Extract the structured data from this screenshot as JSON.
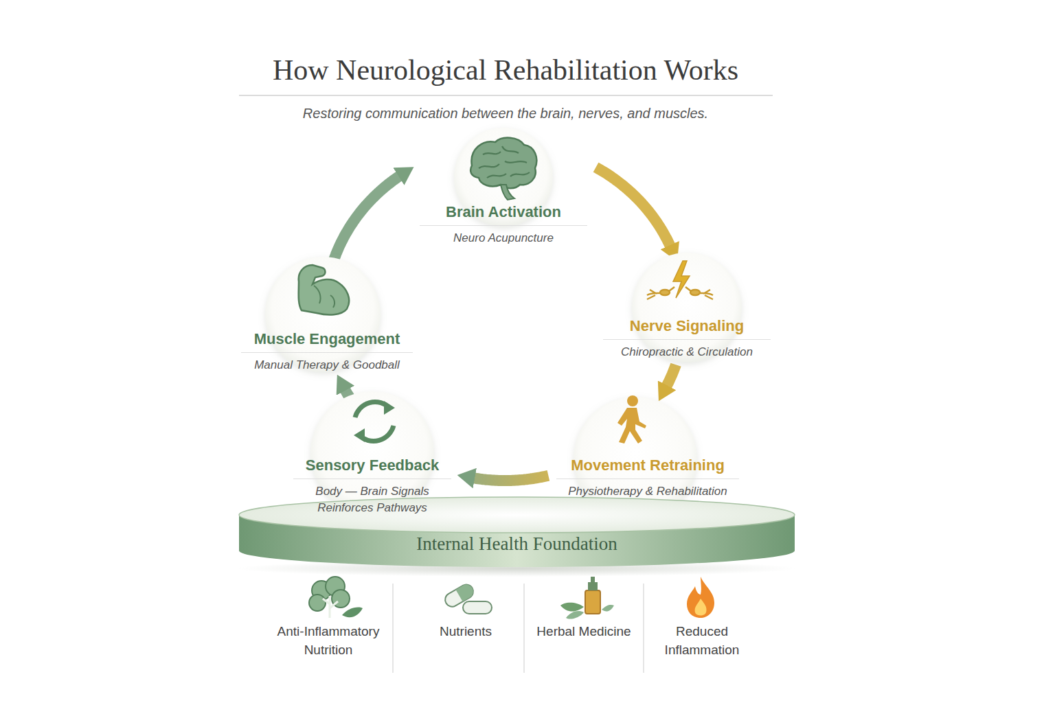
{
  "diagram": {
    "title": "How Neurological Rehabilitation Works",
    "caption": "Restoring communication between the brain, nerves, and muscles.",
    "nodes": [
      {
        "text": [
          "Brain Activation",
          "Neuro Acupuncture"
        ]
      },
      {
        "text": [
          "Nerve Signaling",
          "Chiropractic & Circulation"
        ]
      },
      {
        "text": [
          "Movement Retraining",
          "Physiotherapy & Rehabilitation"
        ]
      },
      {
        "text": [
          "Sensory Feedback",
          "Body — Brain Signals Reinforces Pathways"
        ]
      },
      {
        "text": [
          "Muscle Engagement",
          "Manual Therapy & Goodball"
        ]
      },
      {
        "text": [
          "Internal Health Foundation"
        ]
      }
    ],
    "edges": [
      {
        "from": 0,
        "to": 1,
        "arrow": "to"
      },
      {
        "from": 1,
        "to": 2,
        "arrow": "to"
      },
      {
        "from": 2,
        "to": 3,
        "arrow": "to"
      },
      {
        "from": 3,
        "to": 4,
        "arrow": "to"
      },
      {
        "from": 4,
        "to": 0,
        "arrow": "to"
      }
    ],
    "labels": [
      "Anti-Inflammatory Nutrition",
      "Nutrients",
      "Herbal Medicine",
      "Reduced Inflammation"
    ]
  }
}
